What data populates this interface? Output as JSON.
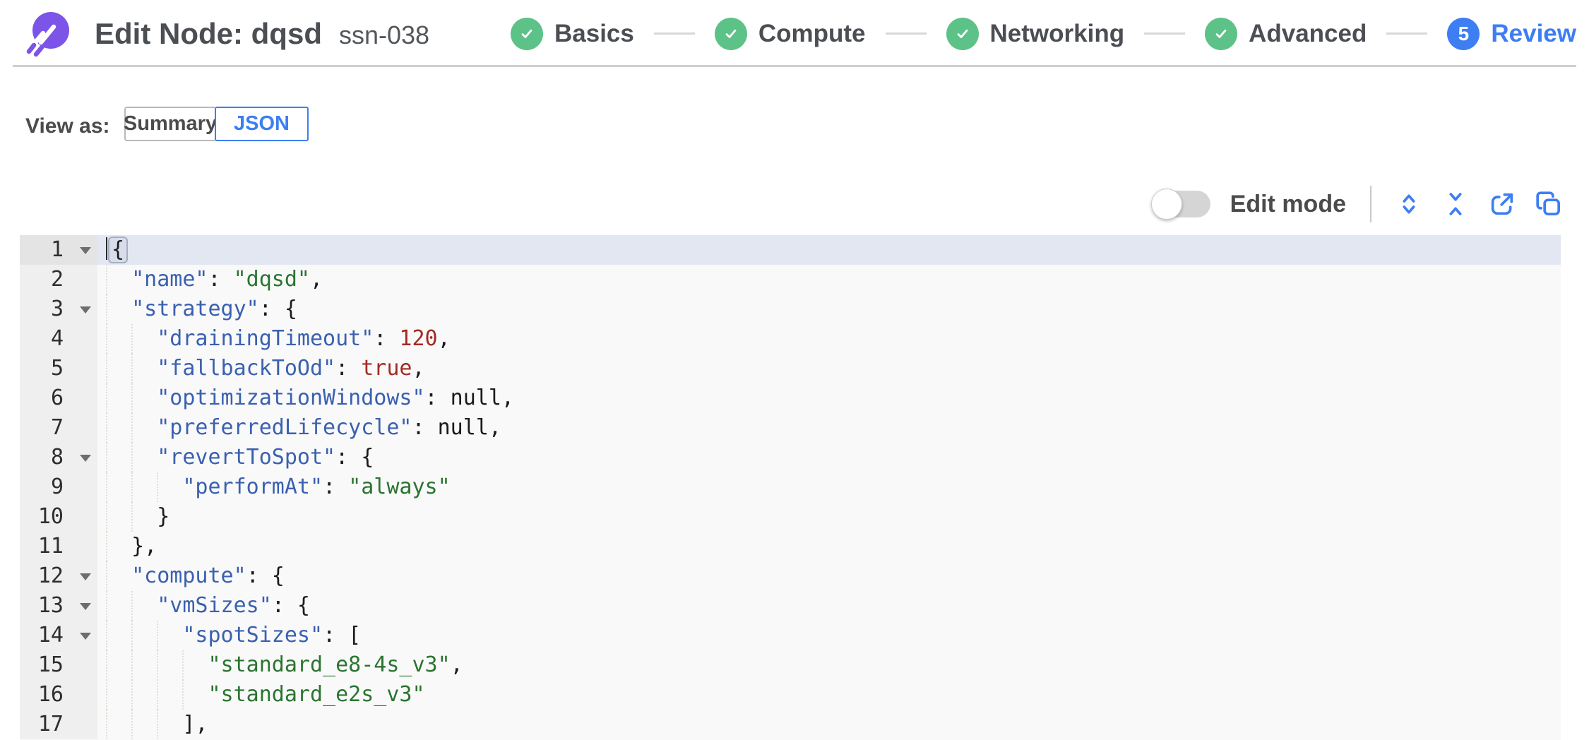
{
  "header": {
    "title": "Edit Node: dqsd",
    "subtitle": "ssn-038",
    "steps": [
      {
        "label": "Basics",
        "state": "done"
      },
      {
        "label": "Compute",
        "state": "done"
      },
      {
        "label": "Networking",
        "state": "done"
      },
      {
        "label": "Advanced",
        "state": "done"
      },
      {
        "label": "Review",
        "state": "current",
        "number": "5"
      }
    ]
  },
  "view_as": {
    "label": "View as:",
    "options": [
      {
        "label": "Summary",
        "selected": false
      },
      {
        "label": "JSON",
        "selected": true
      }
    ]
  },
  "toolbar": {
    "edit_mode_label": "Edit mode",
    "edit_mode_on": false,
    "icons": [
      {
        "name": "expand-all"
      },
      {
        "name": "collapse-all"
      },
      {
        "name": "export"
      },
      {
        "name": "copy"
      }
    ]
  },
  "editor": {
    "language": "json",
    "lines": [
      {
        "num": 1,
        "fold": true,
        "active": true,
        "indent": 0,
        "tokens": [
          {
            "t": "cursor",
            "v": ""
          },
          {
            "t": "bracket",
            "v": "{"
          }
        ]
      },
      {
        "num": 2,
        "indent": 2,
        "tokens": [
          {
            "t": "k",
            "v": "\"name\""
          },
          {
            "t": "p",
            "v": ": "
          },
          {
            "t": "s",
            "v": "\"dqsd\""
          },
          {
            "t": "p",
            "v": ","
          }
        ]
      },
      {
        "num": 3,
        "fold": true,
        "indent": 2,
        "tokens": [
          {
            "t": "k",
            "v": "\"strategy\""
          },
          {
            "t": "p",
            "v": ": {"
          }
        ]
      },
      {
        "num": 4,
        "indent": 4,
        "tokens": [
          {
            "t": "k",
            "v": "\"drainingTimeout\""
          },
          {
            "t": "p",
            "v": ": "
          },
          {
            "t": "n",
            "v": "120"
          },
          {
            "t": "p",
            "v": ","
          }
        ]
      },
      {
        "num": 5,
        "indent": 4,
        "tokens": [
          {
            "t": "k",
            "v": "\"fallbackToOd\""
          },
          {
            "t": "p",
            "v": ": "
          },
          {
            "t": "n",
            "v": "true"
          },
          {
            "t": "p",
            "v": ","
          }
        ]
      },
      {
        "num": 6,
        "indent": 4,
        "tokens": [
          {
            "t": "k",
            "v": "\"optimizationWindows\""
          },
          {
            "t": "p",
            "v": ": null,"
          }
        ]
      },
      {
        "num": 7,
        "indent": 4,
        "tokens": [
          {
            "t": "k",
            "v": "\"preferredLifecycle\""
          },
          {
            "t": "p",
            "v": ": null,"
          }
        ]
      },
      {
        "num": 8,
        "fold": true,
        "indent": 4,
        "tokens": [
          {
            "t": "k",
            "v": "\"revertToSpot\""
          },
          {
            "t": "p",
            "v": ": {"
          }
        ]
      },
      {
        "num": 9,
        "indent": 6,
        "tokens": [
          {
            "t": "k",
            "v": "\"performAt\""
          },
          {
            "t": "p",
            "v": ": "
          },
          {
            "t": "s",
            "v": "\"always\""
          }
        ]
      },
      {
        "num": 10,
        "indent": 4,
        "tokens": [
          {
            "t": "p",
            "v": "}"
          }
        ]
      },
      {
        "num": 11,
        "indent": 2,
        "tokens": [
          {
            "t": "p",
            "v": "},"
          }
        ]
      },
      {
        "num": 12,
        "fold": true,
        "indent": 2,
        "tokens": [
          {
            "t": "k",
            "v": "\"compute\""
          },
          {
            "t": "p",
            "v": ": {"
          }
        ]
      },
      {
        "num": 13,
        "fold": true,
        "indent": 4,
        "tokens": [
          {
            "t": "k",
            "v": "\"vmSizes\""
          },
          {
            "t": "p",
            "v": ": {"
          }
        ]
      },
      {
        "num": 14,
        "fold": true,
        "indent": 6,
        "tokens": [
          {
            "t": "k",
            "v": "\"spotSizes\""
          },
          {
            "t": "p",
            "v": ": ["
          }
        ]
      },
      {
        "num": 15,
        "indent": 8,
        "tokens": [
          {
            "t": "s",
            "v": "\"standard_e8-4s_v3\""
          },
          {
            "t": "p",
            "v": ","
          }
        ]
      },
      {
        "num": 16,
        "indent": 8,
        "tokens": [
          {
            "t": "s",
            "v": "\"standard_e2s_v3\""
          }
        ]
      },
      {
        "num": 17,
        "indent": 6,
        "tokens": [
          {
            "t": "p",
            "v": "],"
          }
        ]
      }
    ]
  },
  "colors": {
    "accent_blue": "#3d7ef2",
    "step_done_green": "#5dc287",
    "brand_purple": "#7c54e8",
    "json_key": "#3a60b0",
    "json_string": "#2b7430",
    "json_number": "#a22b23",
    "active_line_bg": "#e3e7f1",
    "gutter_bg": "#efefef",
    "editor_bg": "#f9f9f9"
  }
}
